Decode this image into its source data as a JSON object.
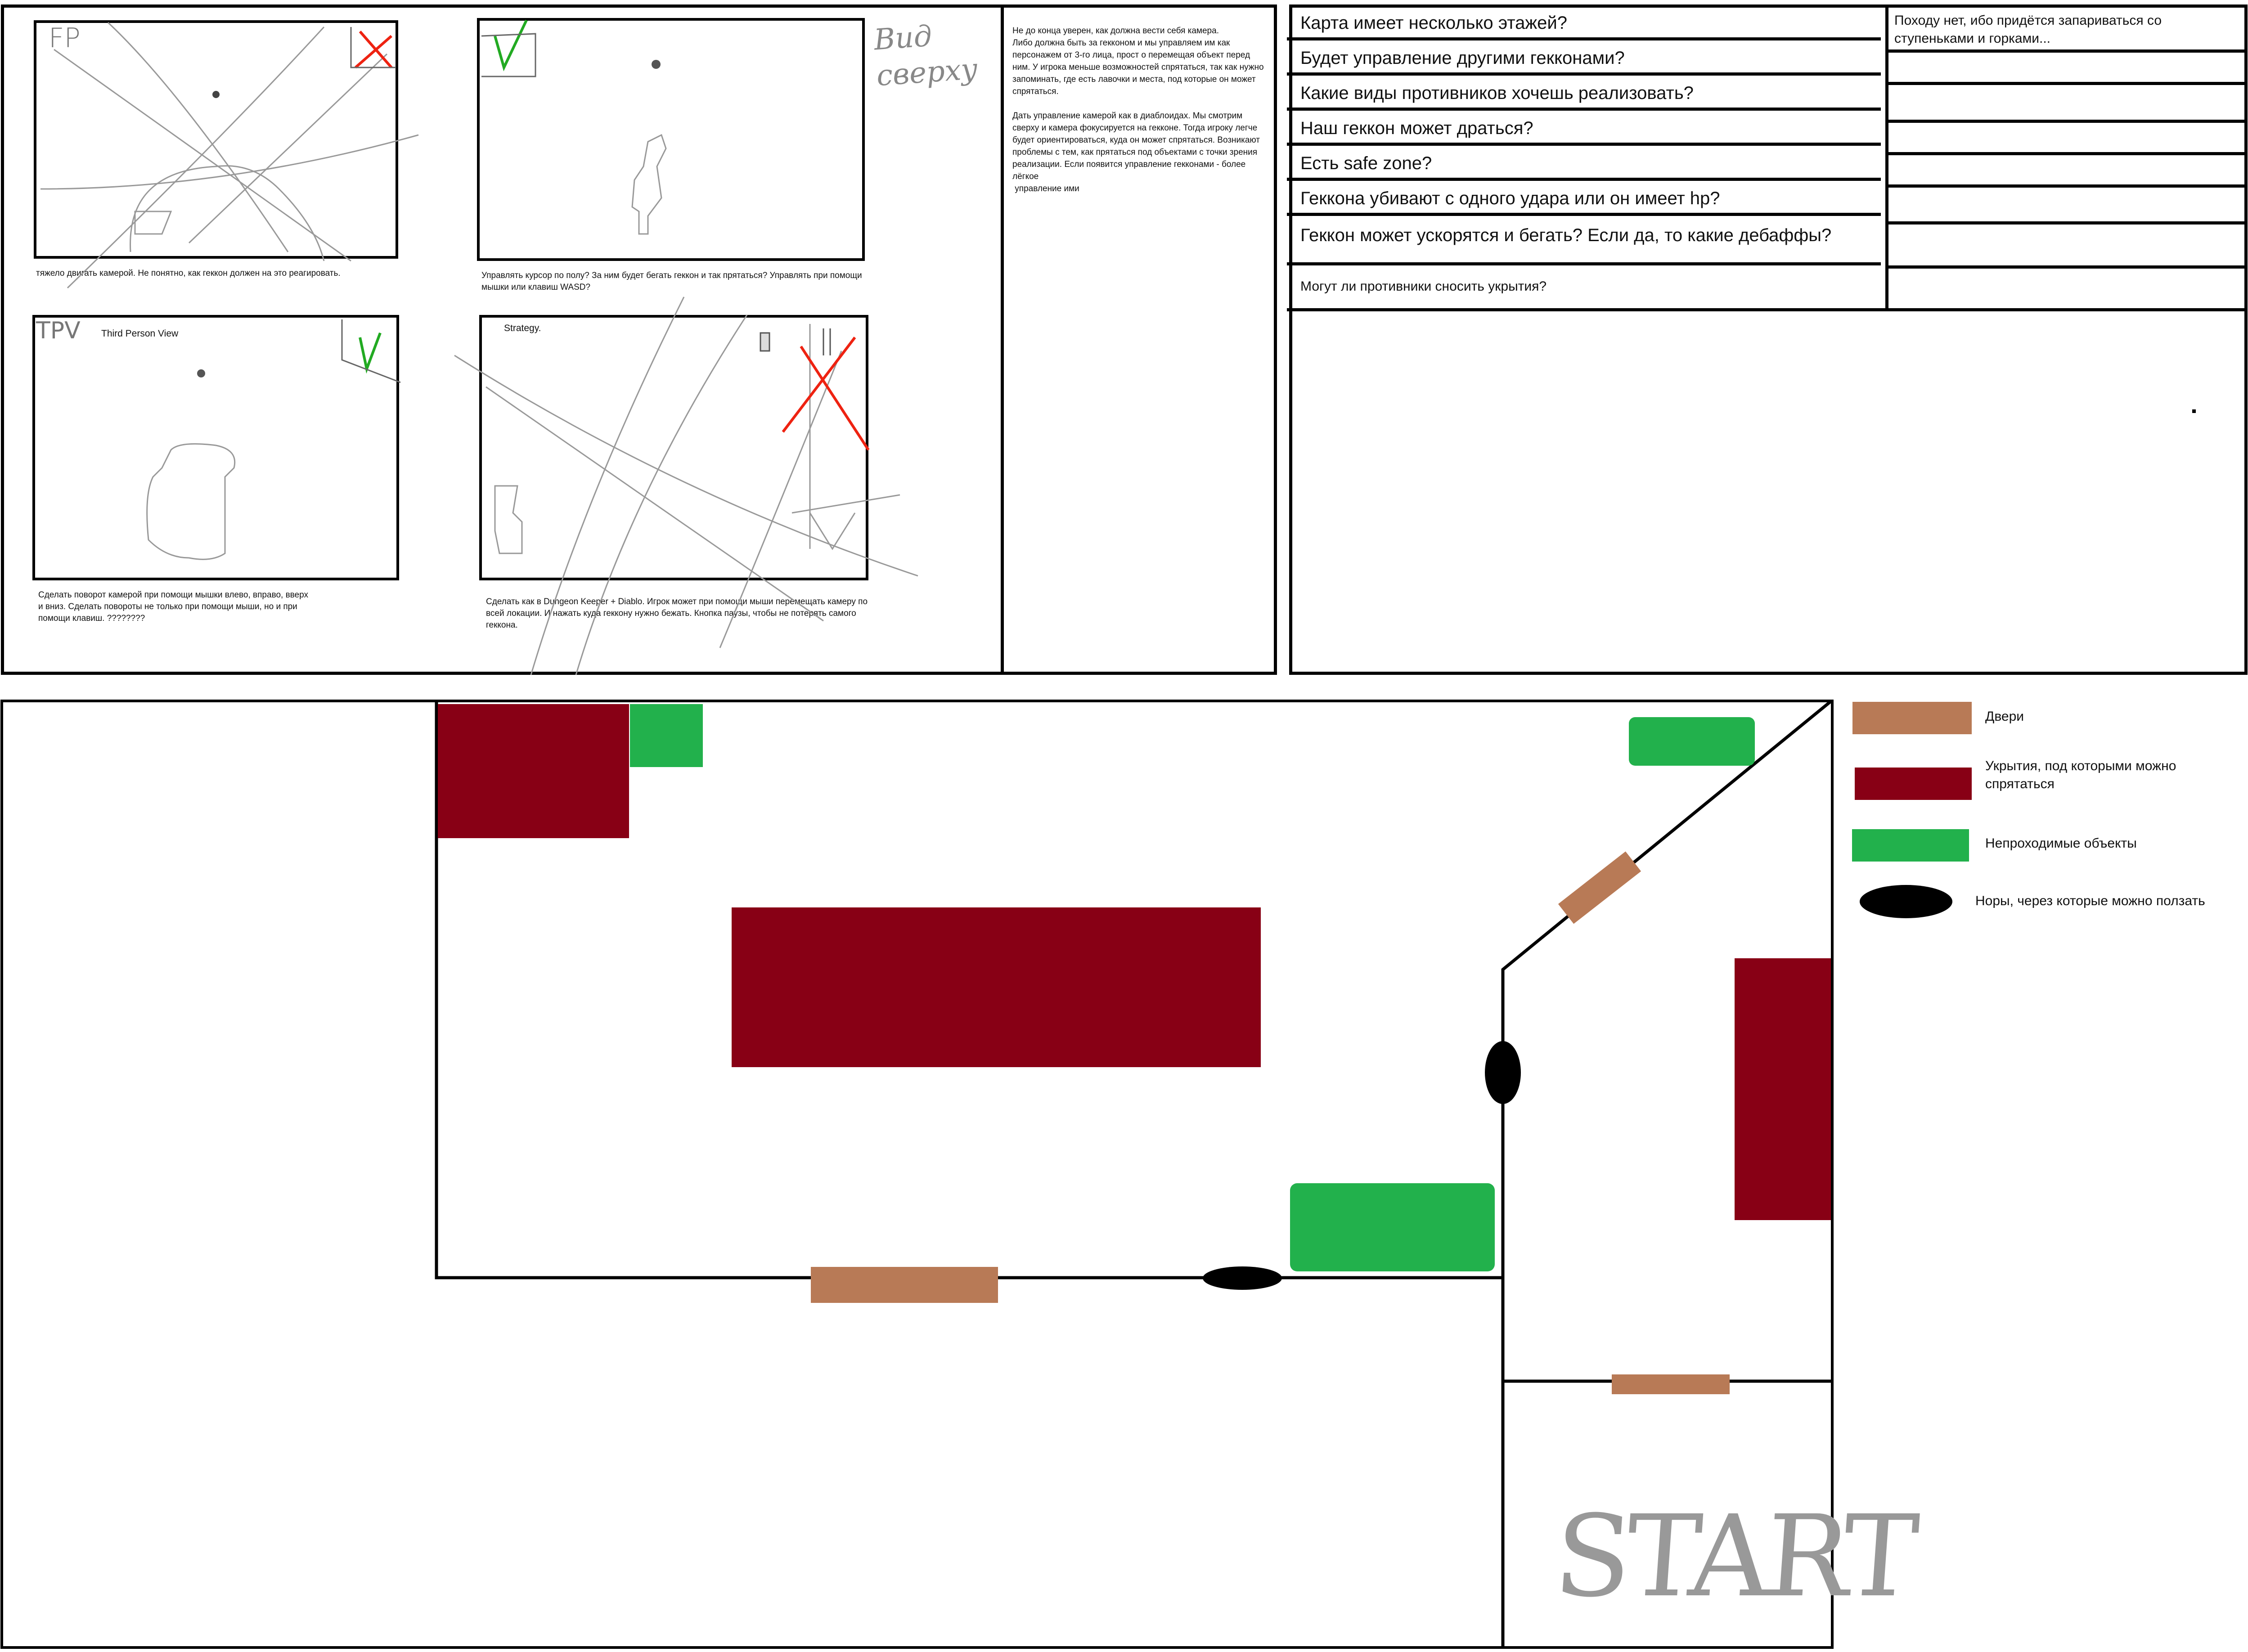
{
  "top_left_panel": {
    "sketches": [
      {
        "id": "fp",
        "tag": "FP",
        "caption": "тяжело двигать камерой. Не понятно, как геккон должен на это реагировать."
      },
      {
        "id": "topdown",
        "caption": "Управлять курсор по полу? За ним будет бегать геккон и так прятаться? Управлять при помощи мышки или клавиш WASD?"
      },
      {
        "id": "tpv",
        "tag": "TPV",
        "label": "Third Person View",
        "caption": "Сделать поворот камерой при помощи мышки влево, вправо, вверх и вниз. Сделать повороты не только при помощи мыши, но и при помощи клавиш. ????????"
      },
      {
        "id": "strategy",
        "label": "Strategy.",
        "caption": "Сделать как в Dungeon Keeper + Diablo. Игрок может при помощи мыши перемещать камеру по всей локации. И нажать куда геккону нужно бежать. Кнопка паузы, чтобы не потерять самого геккона."
      }
    ],
    "handwritten_title": "Вид сверху",
    "notes": "Не до конца уверен, как должна вести себя камера.\nЛибо должна быть за гекконом и мы управляем им как персонажем от 3-го лица, прост о перемещая объект перед ним. У игрока меньше возможностей спрятаться, так как нужно запоминать, где есть лавочки и места, под которые он может спрятаться.\n\nДать управление камерой как в диаблоидах. Мы смотрим сверху и камера фокусируется на гекконе. Тогда игроку легче будет ориентироваться, куда он может спрятаться. Возникают проблемы с тем, как прятаться под объектами с точки зрения реализации. Если появится управление гекконами - более лёгкое\n управление ими"
  },
  "questions_panel": {
    "questions": [
      "Карта имеет несколько этажей?",
      "Будет управление другими гекконами?",
      "Какие виды противников хочешь реализовать?",
      "Наш   геккон может драться?",
      "Есть safe zone?",
      "Геккона убивают с одного удара или он имеет hp?",
      "Геккон может ускорятся и бегать? Если да, то какие дебаффы?",
      "Могут ли противники сносить укрытия?"
    ],
    "answers": [
      "Походу нет, ибо придётся запариваться со ступеньками и горками...",
      "",
      "",
      "",
      "",
      "",
      "",
      ""
    ]
  },
  "map": {
    "start_label": "START",
    "colors": {
      "door": "#b87a56",
      "cover": "#880015",
      "obstacle": "#22b14c",
      "burrow": "#000000"
    },
    "legend": [
      {
        "kind": "door",
        "label": "Двери"
      },
      {
        "kind": "cover",
        "label": "Укрытия, под которыми можно спрятаться"
      },
      {
        "kind": "obstacle",
        "label": "Непроходимые объекты"
      },
      {
        "kind": "burrow",
        "label": "Норы, через которые можно ползать"
      }
    ]
  }
}
